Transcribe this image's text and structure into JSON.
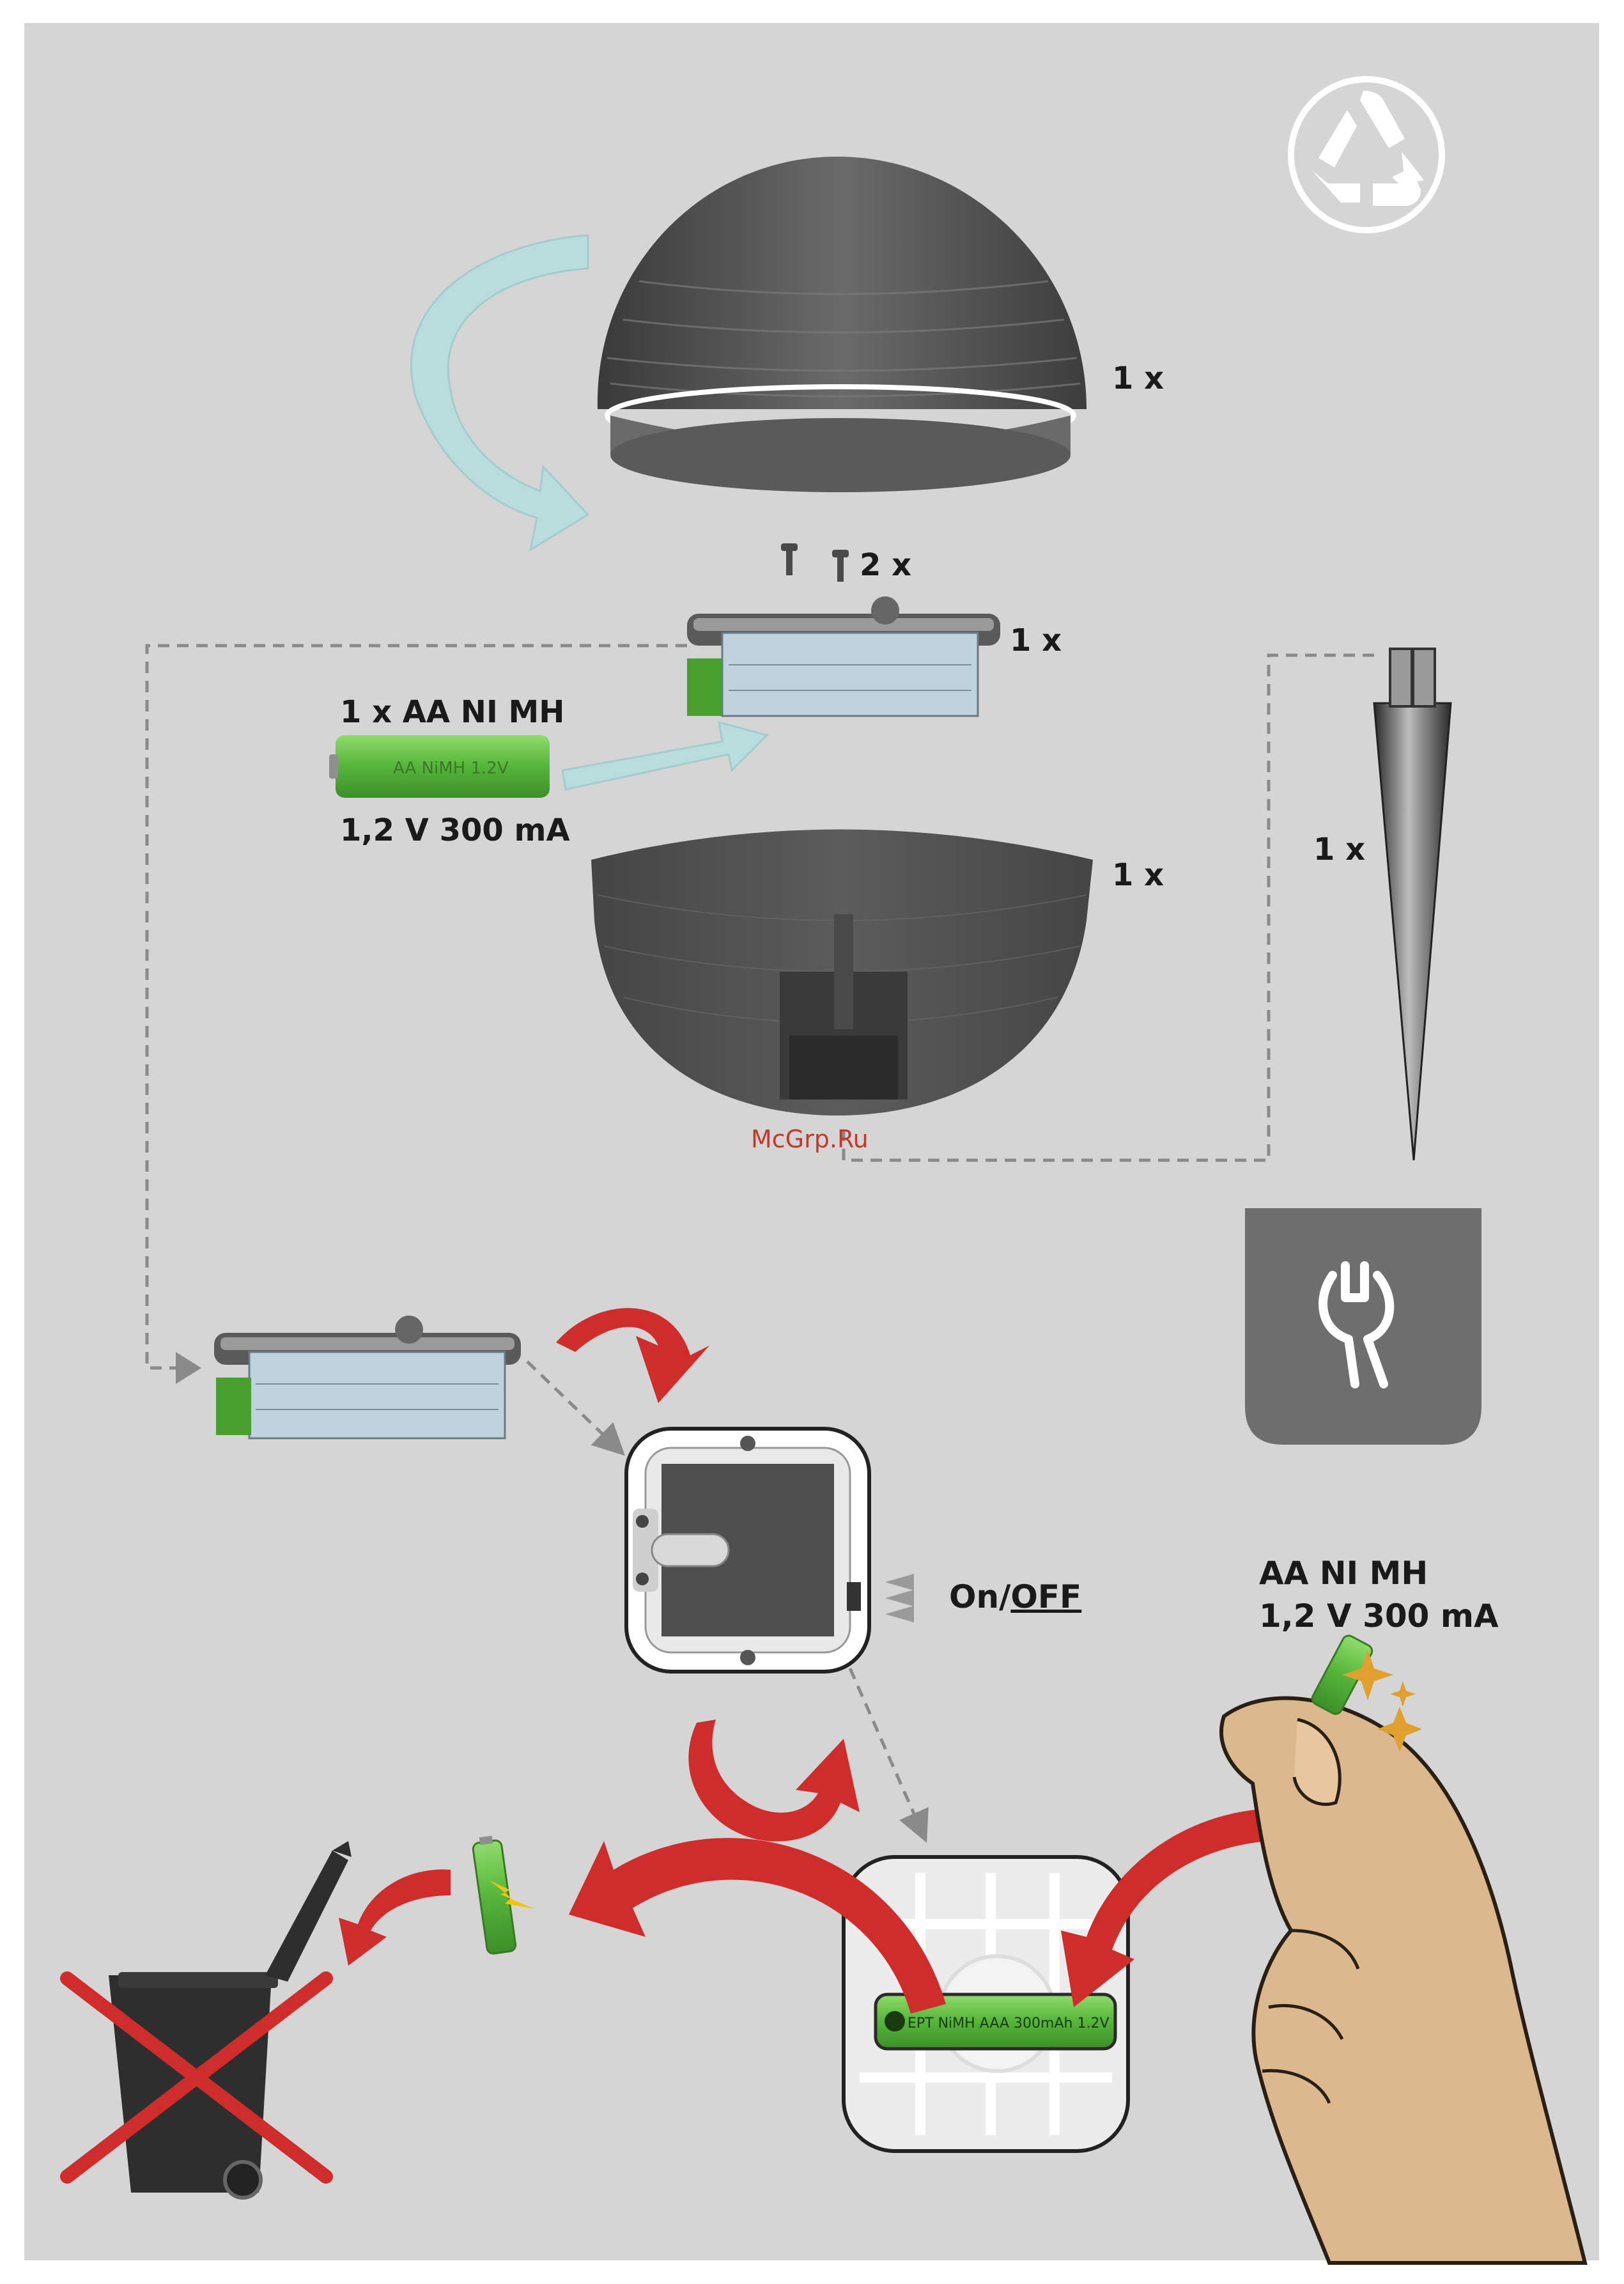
{
  "labels": {
    "dome_count": "1 x",
    "screws_count": "2 x",
    "module_count": "1 x",
    "battery_type": "1 x AA NI MH",
    "battery_spec": "1,2 V 300 mA",
    "base_count": "1 x",
    "stake_count": "1 x",
    "switch_on": "On/",
    "switch_off": "OFF",
    "replace_type": "AA NI MH",
    "replace_spec": "1,2 V 300 mA",
    "watermark": "McGrp.Ru",
    "battery_print": "AA NiMH 1.2V",
    "battery_print_small": "EPT NiMH AAA 300mAh 1.2V"
  },
  "icons": [
    "recycle-icon",
    "wrench-icon",
    "trash-bin-icon",
    "cross-out-icon",
    "hand-icon",
    "sparkle-icon"
  ],
  "colors": {
    "background": "#d5d5d5",
    "arrow_teal": "#b9dcdc",
    "arrow_red": "#cf2c2c",
    "battery_green": "#5fbf3f",
    "dark_gray": "#4d4d4d",
    "wrench_panel": "#6e6e6e"
  }
}
